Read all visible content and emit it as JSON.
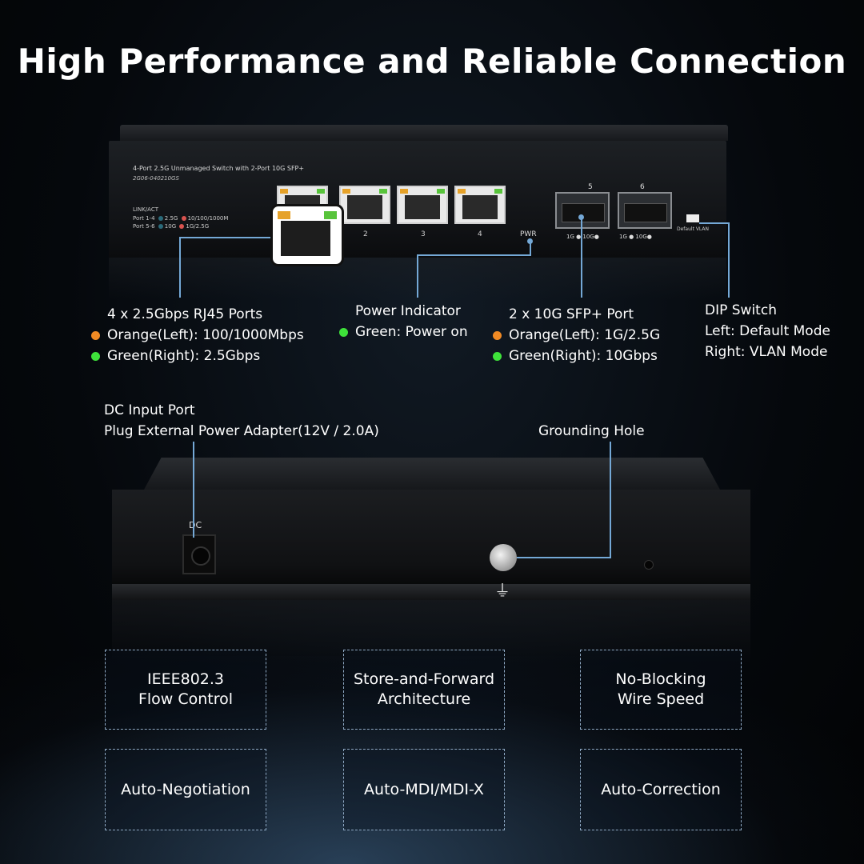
{
  "title": "High Performance and Reliable Connection",
  "front_panel": {
    "model_name": "4-Port 2.5G Unmanaged Switch with 2-Port 10G SFP+",
    "model_code": "2G06-040210GS",
    "legend_header": "LINK/ACT",
    "legend_row1": "Port 1-4",
    "legend_row1_a": "2.5G",
    "legend_row1_b": "10/100/1000M",
    "legend_row2": "Port 5-6",
    "legend_row2_a": "10G",
    "legend_row2_b": "1G/2.5G",
    "port_numbers": [
      "2",
      "3",
      "4"
    ],
    "pwr_label": "PWR",
    "sfp_numbers": [
      "5",
      "6"
    ],
    "sfp_speed_label": "1G ● 10G●",
    "dip_label": "Default  VLAN"
  },
  "callouts": {
    "rj45": {
      "title": "4 x 2.5Gbps RJ45 Ports",
      "line1": "Orange(Left): 100/1000Mbps",
      "line2": "Green(Right): 2.5Gbps"
    },
    "power": {
      "title": "Power Indicator",
      "line1": "Green: Power on"
    },
    "sfp": {
      "title": "2 x 10G SFP+ Port",
      "line1": "Orange(Left): 1G/2.5G",
      "line2": "Green(Right): 10Gbps"
    },
    "dip": {
      "title": "DIP Switch",
      "line1": "Left: Default Mode",
      "line2": "Right: VLAN Mode"
    },
    "dc": {
      "title": "DC Input Port",
      "line1": "Plug External Power Adapter(12V / 2.0A)"
    },
    "ground": {
      "title": "Grounding Hole"
    }
  },
  "back_panel": {
    "dc_label": "DC"
  },
  "features": [
    "IEEE802.3\nFlow Control",
    "Store-and-Forward\nArchitecture",
    "No-Blocking\nWire Speed",
    "Auto-Negotiation",
    "Auto-MDI/MDI-X",
    "Auto-Correction"
  ],
  "colors": {
    "orange": "#f08a24",
    "green": "#3ee23a",
    "callout_line": "#74a8d6"
  }
}
